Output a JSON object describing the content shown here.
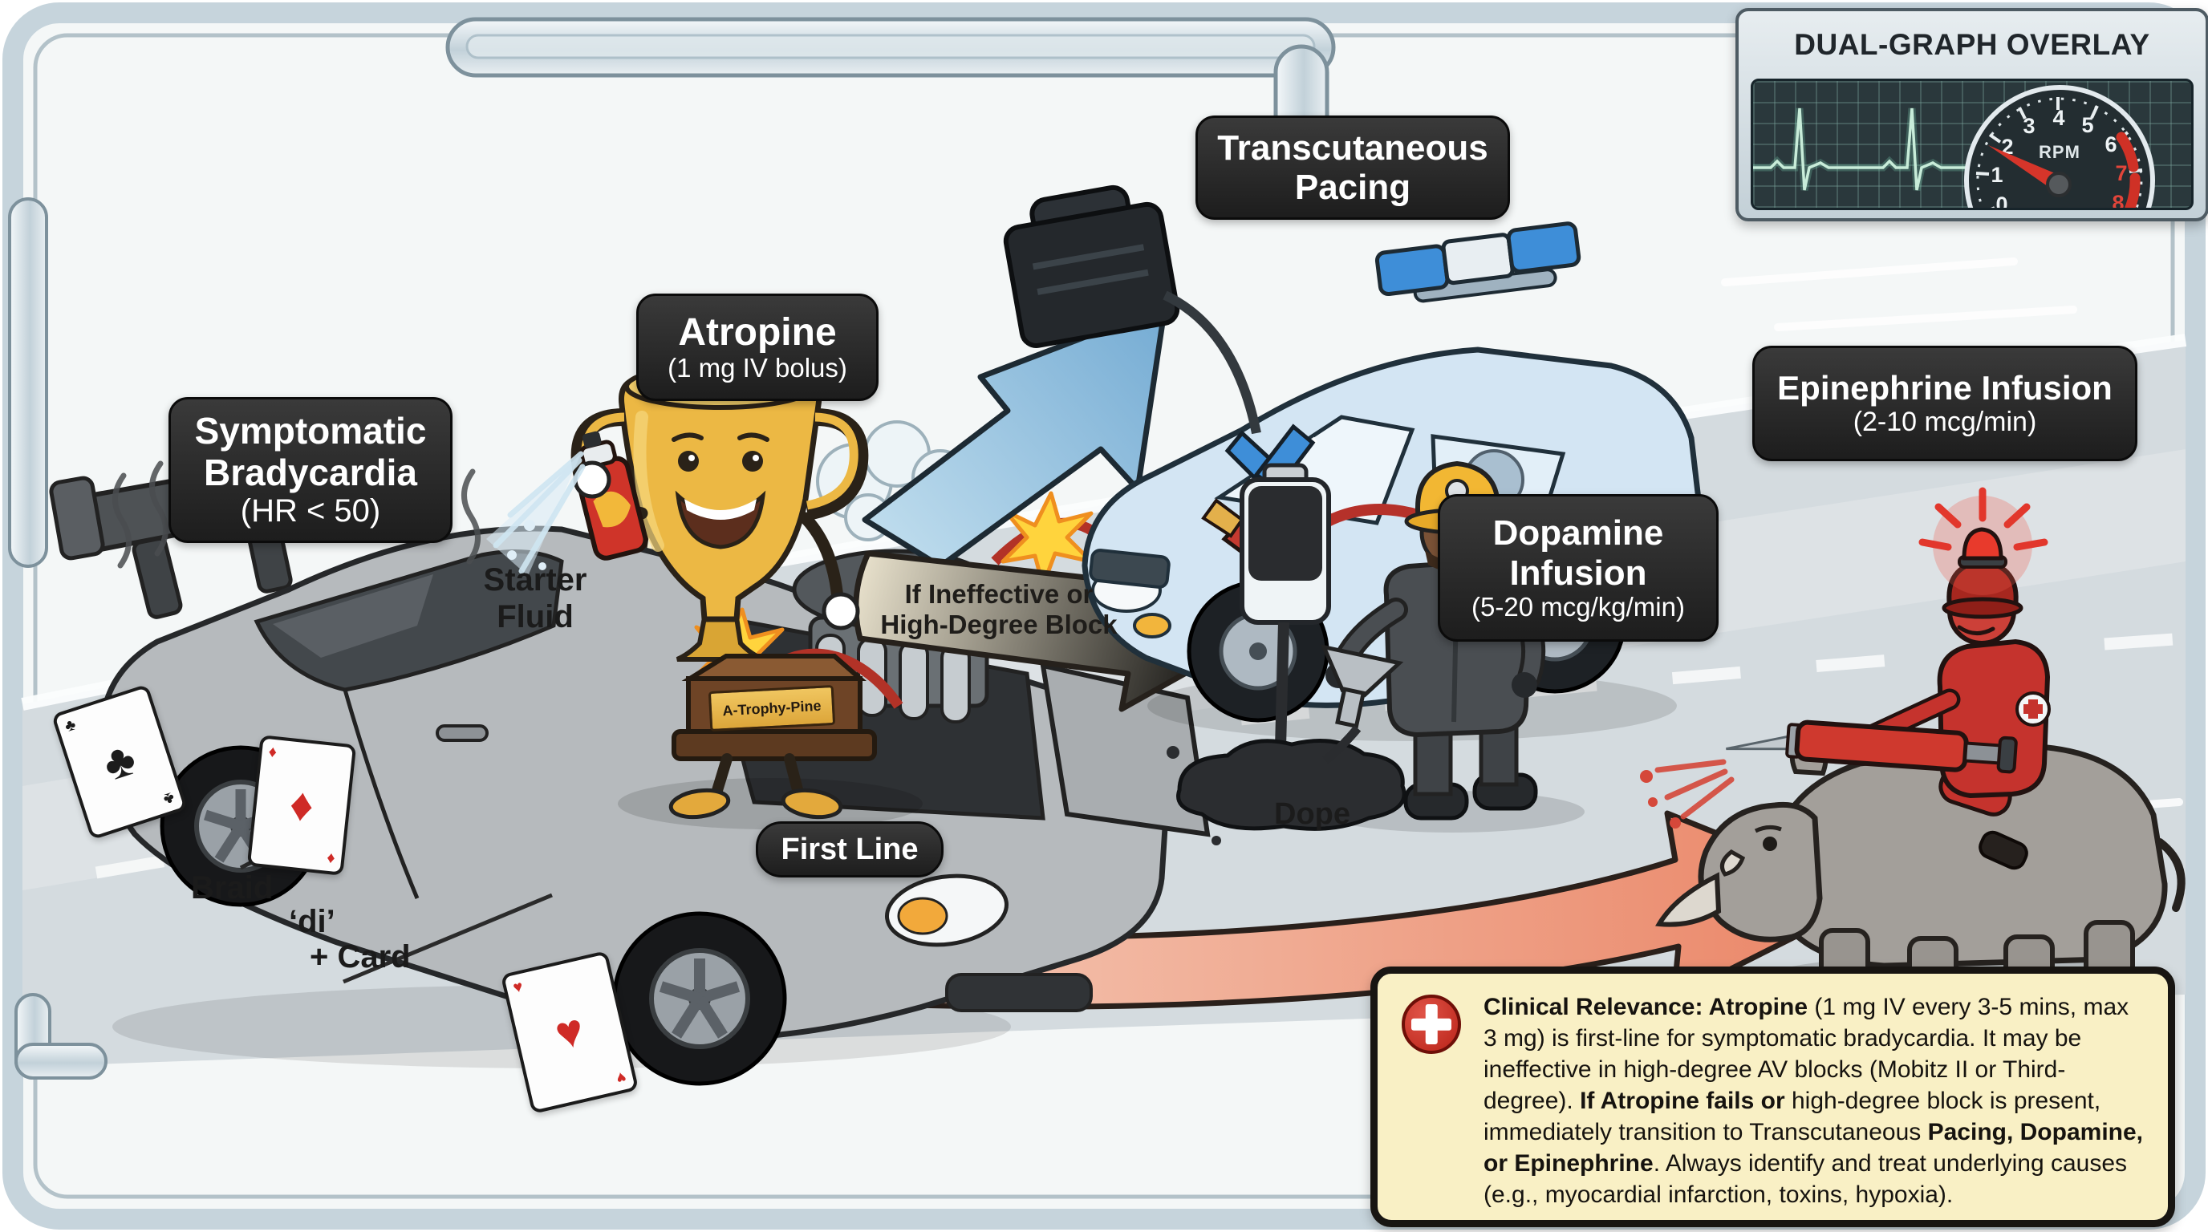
{
  "labels": {
    "symptomatic": {
      "line1": "Symptomatic",
      "line2": "Bradycardia",
      "sub": "(HR < 50)"
    },
    "atropine": {
      "title": "Atropine",
      "sub": "(1 mg IV bolus)"
    },
    "pacing": {
      "line1": "Transcutaneous",
      "line2": "Pacing"
    },
    "dopamine": {
      "line1": "Dopamine",
      "line2": "Infusion",
      "sub": "(5-20 mcg/kg/min)"
    },
    "epinephrine": {
      "title": "Epinephrine Infusion",
      "sub": "(2-10 mcg/min)"
    },
    "first_line": "First Line",
    "starter_fluid": {
      "line1": "Starter",
      "line2": "Fluid"
    },
    "if_ineffective": {
      "line1": "If Ineffective or",
      "line2": "High-Degree Block"
    },
    "braid": "Braid",
    "di": "‘di’",
    "plus_card": "+ Card",
    "dope": "Dope",
    "trophy_plaque": "A-Trophy-Pine"
  },
  "overlay": {
    "title": "DUAL-GRAPH OVERLAY",
    "gauge": {
      "unit": "RPM",
      "ticks": [
        "0",
        "1",
        "2",
        "3",
        "4",
        "5",
        "6",
        "7",
        "8"
      ],
      "redline_values": [
        "7",
        "8"
      ],
      "needle_value": 1.8
    },
    "ecg": {
      "style": "sinus-bradycardia trace, two QRS complexes",
      "line_color": "#c8ecd9"
    }
  },
  "clinical": {
    "segments": [
      {
        "text": "Clinical Relevance: Atropine",
        "bold": true
      },
      {
        "text": " (1 mg IV every 3-5 mins, max 3 mg) is first-line for symptomatic bradycardia. It may be ineffective in high-degree AV blocks (Mobitz II or Third-degree). ",
        "bold": false
      },
      {
        "text": "If Atropine fails or",
        "bold": true
      },
      {
        "text": " high-degree block is present, immediately transition to Transcutaneous ",
        "bold": false
      },
      {
        "text": "Pacing, Dopamine, or Epinephrine",
        "bold": true
      },
      {
        "text": ". Always identify and treat underlying causes (e.g., myocardial infarction, toxins, hypoxia).",
        "bold": false
      }
    ]
  },
  "cards": [
    {
      "suit": "♣",
      "color": "black"
    },
    {
      "suit": "♦",
      "color": "red"
    },
    {
      "suit": "♥",
      "color": "red"
    }
  ],
  "colors": {
    "label_box": "#262626",
    "label_text": "#ffffff",
    "note_bg": "#f9f0c5",
    "note_border": "#181512",
    "cross_red": "#b92318",
    "ecg_green": "#c8ecd9",
    "gauge_red": "#cf3126",
    "arrow_blue": "#74abd3",
    "arrow_tan": "#cfc7ae",
    "arrow_cream": "#f3ecd2",
    "arrow_salmon": "#ea8465",
    "road": "#d4dbdf",
    "frame": "#c6d4dc",
    "car_gray": "#b6babd",
    "police_blue": "#d3e5f3",
    "trophy_gold": "#ecb844",
    "rhino_gray": "#a39f9a",
    "rider_red": "#c5332d",
    "spray_can_red": "#cf3429"
  }
}
